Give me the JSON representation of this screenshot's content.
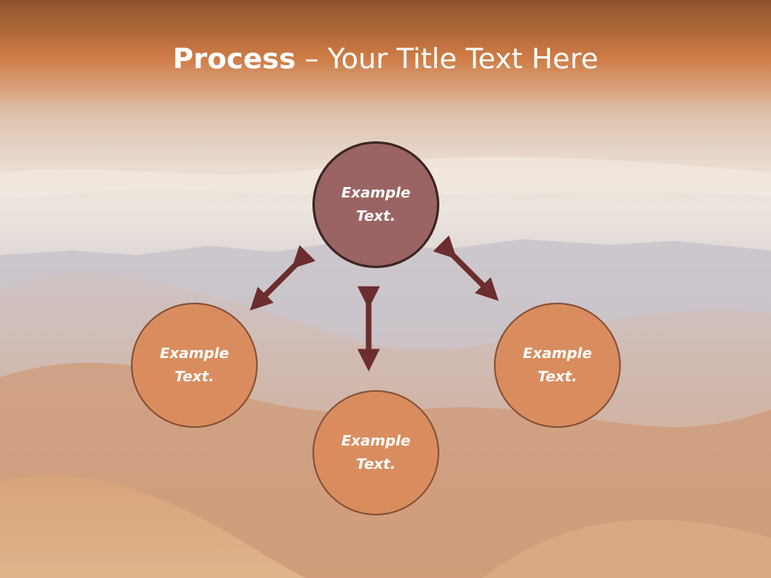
{
  "title": {
    "bold": "Process",
    "rest": " – Your Title Text Here"
  },
  "nodes": {
    "top": "Example\nText.",
    "left": "Example\nText.",
    "right": "Example\nText.",
    "bottom": "Example\nText."
  },
  "colors": {
    "top_fill": "#9a6462",
    "node_fill": "#d98d5f",
    "arrow": "#6b2d2d",
    "title_band": "#c9733c"
  }
}
